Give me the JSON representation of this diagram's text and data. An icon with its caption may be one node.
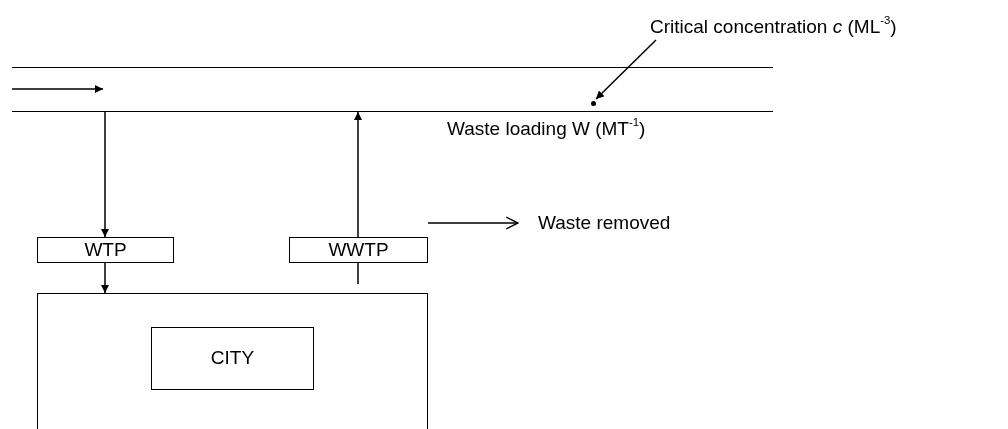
{
  "diagram": {
    "nodes": [
      {
        "text": [],
        "shape": "channel"
      },
      {
        "text": [
          "WTP"
        ]
      },
      {
        "text": [
          "WWTP"
        ]
      },
      {
        "text": [],
        "shape": "box"
      },
      {
        "text": [
          "CITY"
        ],
        "in": 3
      },
      {
        "text": [
          "Waste removed"
        ]
      },
      {
        "text": [],
        "shape": "circle",
        "in": 0
      },
      {
        "text": [
          "Critical concentration *c* (ML$^{-3}$)"
        ]
      }
    ],
    "edges": [
      {
        "from": 0,
        "to": 1,
        "arrow": "to"
      },
      {
        "from": 1,
        "to": 3,
        "arrow": "to"
      },
      {
        "from": 3,
        "to": 2,
        "arrow": "none"
      },
      {
        "from": 2,
        "to": 0,
        "arrow": "to"
      },
      {
        "from": 2,
        "to": 5,
        "arrow": "to"
      },
      {
        "from": 7,
        "to": 6,
        "arrow": "to"
      }
    ],
    "labels": [
      "Waste loading W (MT$^{-1}$)"
    ]
  }
}
